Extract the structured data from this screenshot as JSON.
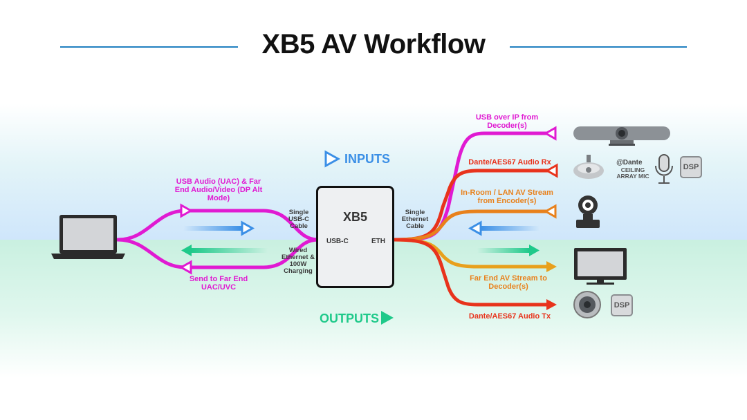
{
  "title": "XB5 AV Workflow",
  "device": {
    "name": "XB5",
    "port_left": "USB-C",
    "port_right": "ETH"
  },
  "inputs_label": "INPUTS",
  "outputs_label": "OUTPUTS",
  "left_labels": {
    "usb_audio": "USB Audio (UAC) & Far End Audio/Video (DP Alt Mode)",
    "send_far_end": "Send to Far End UAC/UVC",
    "single_usbc": "Single USB-C Cable",
    "wired_ethernet": "Wired Ethernet & 100W Charging"
  },
  "right_labels": {
    "single_ethernet": "Single Ethernet Cable",
    "usb_over_ip": "USB over IP from Decoder(s)",
    "dante_rx": "Dante/AES67 Audio Rx",
    "in_room": "In-Room / LAN AV Stream from Encoder(s)",
    "far_end_av": "Far End AV Stream to Decoder(s)",
    "dante_tx": "Dante/AES67 Audio Tx"
  },
  "device_labels": {
    "dante_logo": "Dante",
    "ceiling_mic": "CEILING ARRAY MIC",
    "dsp1": "DSP",
    "dsp2": "DSP"
  },
  "colors": {
    "magenta": "#e01ad2",
    "red": "#e8331c",
    "orange": "#e8811c",
    "blue": "#3b8fe6",
    "green": "#1fc98a",
    "title_line": "#1f7fc0"
  },
  "icons": [
    "laptop-icon",
    "video-bar-icon",
    "ceiling-mic-icon",
    "microphone-icon",
    "ptz-camera-icon",
    "display-icon",
    "speaker-icon"
  ]
}
